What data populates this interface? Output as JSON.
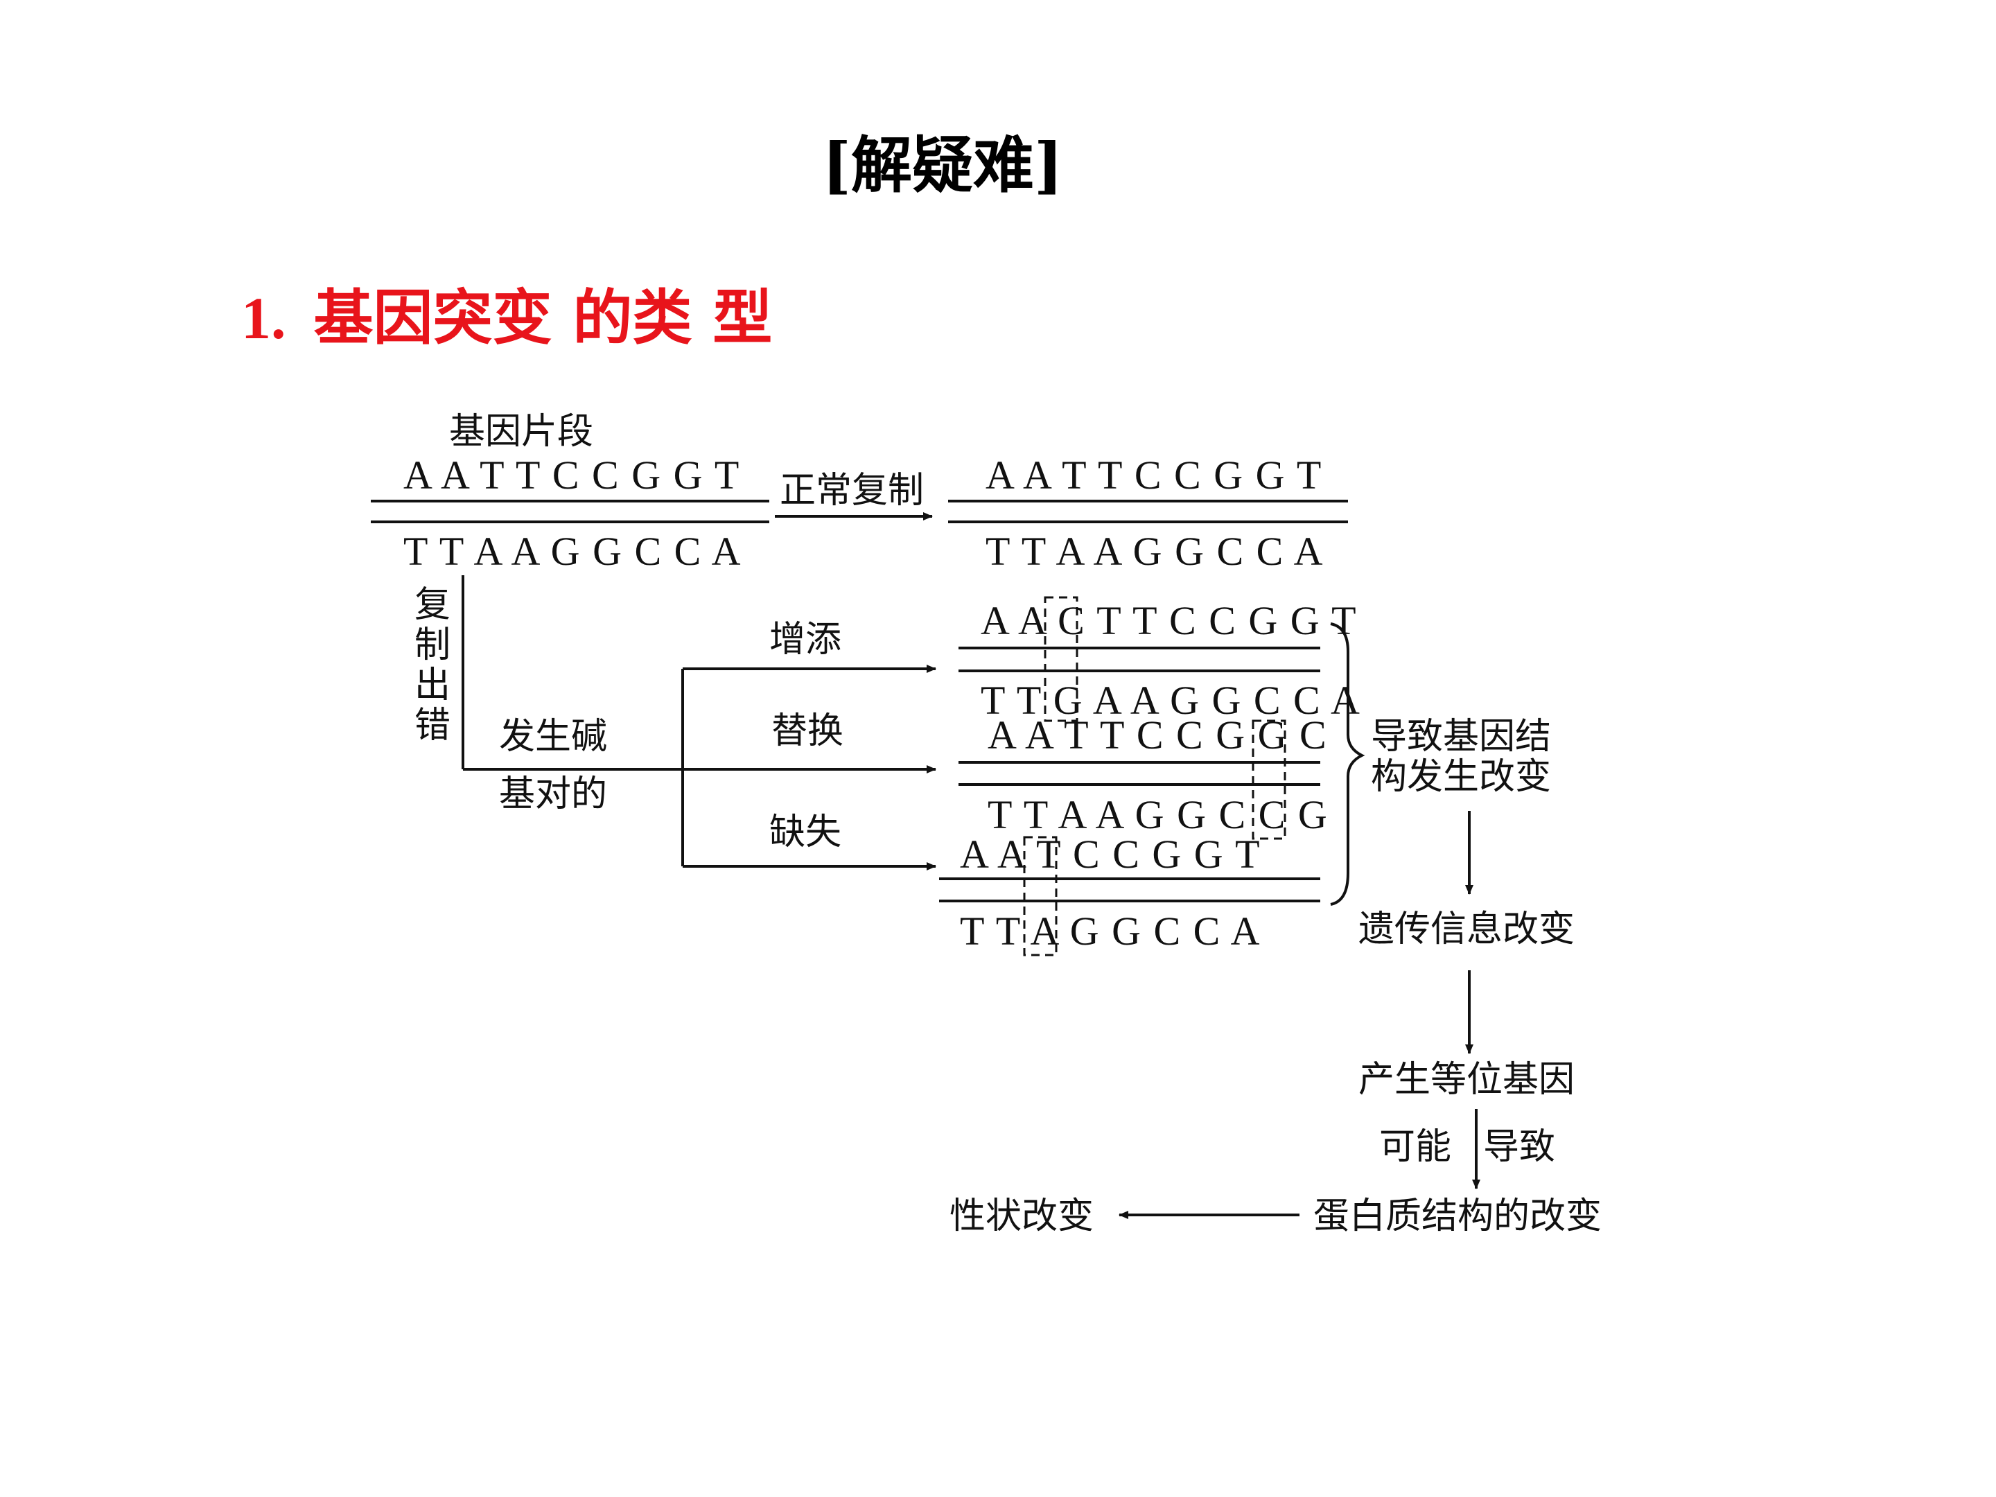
{
  "title": "[解疑难]",
  "heading": {
    "number": "1.",
    "text": "基因突变 的类 型"
  },
  "diagram": {
    "gene_fragment_label": "基因片段",
    "original": {
      "top": "A A T T C C G G T",
      "bottom": "T T A A G G C C A"
    },
    "normal_replication_label": "正常复制",
    "normal_copy": {
      "top": "A A T T C C G G T",
      "bottom": "T T A A G G C C A"
    },
    "replication_error_label": [
      "复",
      "制",
      "出",
      "错"
    ],
    "base_pair_label_1": "发生碱",
    "base_pair_label_2": "基对的",
    "types": [
      {
        "name": "增添",
        "top": "A A C T T C C G G T",
        "bottom": "T T G A A G G C C A"
      },
      {
        "name": "替换",
        "top": "A A T T C C G G C",
        "bottom": "T T A A G G C C G"
      },
      {
        "name": "缺失",
        "top": "A A T C C G G T",
        "bottom": "T T A G G C C A"
      }
    ],
    "structure_change_1": "导致基因结",
    "structure_change_2": "构发生改变",
    "genetic_info_change": "遗传信息改变",
    "allele": "产生等位基因",
    "may_label": "可能",
    "cause_label": "导致",
    "protein_change": "蛋白质结构的改变",
    "trait_change": "性状改变"
  },
  "colors": {
    "heading": "#e8141b",
    "ink": "#111111"
  }
}
